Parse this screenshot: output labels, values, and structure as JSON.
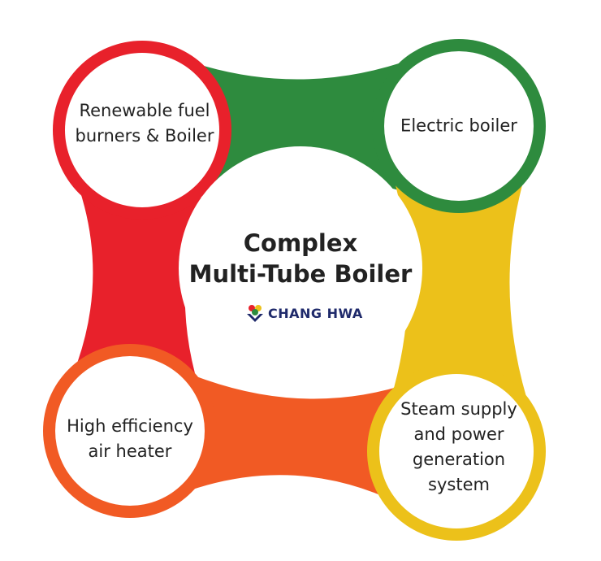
{
  "center": {
    "title_line1": "Complex",
    "title_line2": "Multi-Tube Boiler",
    "logo_text": "CHANG HWA"
  },
  "nodes": [
    {
      "id": "top-left",
      "line1": "Renewable fuel",
      "line2": "burners & Boiler",
      "color": "#e8212b"
    },
    {
      "id": "top-right",
      "line1": "Electric boiler",
      "color": "#2e8b3e"
    },
    {
      "id": "bottom-left",
      "line1": "High efficiency",
      "line2": "air heater",
      "color": "#f15a24"
    },
    {
      "id": "bottom-right",
      "line1": "Steam supply",
      "line2": "and power",
      "line3": "generation",
      "line4": "system",
      "color": "#ecc11a"
    }
  ]
}
